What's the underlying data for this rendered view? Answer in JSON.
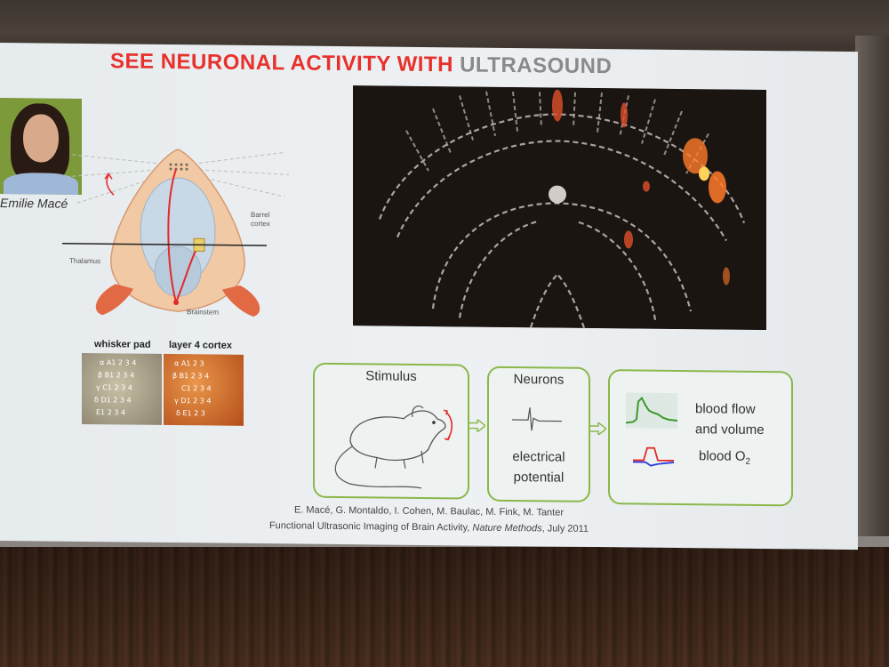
{
  "slide": {
    "title_red": "SEE NEURONAL ACTIVITY WITH",
    "title_grey": "ULTRASOUND",
    "person_name": "Emilie Macé",
    "diagram_labels": {
      "barrel": "Barrel",
      "cortex": "cortex",
      "thalamus": "Thalamus",
      "brainstem": "Brainstem"
    },
    "thumbs": {
      "whisker_label": "whisker pad",
      "cortex_label": "layer 4 cortex",
      "whisker_rows": [
        "α A1 2 3 4",
        "β B1 2 3 4",
        "γ C1 2 3 4",
        "δ D1 2 3 4",
        "E1 2 3 4"
      ],
      "cortex_rows": [
        "α A1 2 3",
        "β B1 2 3 4",
        "C1 2 3 4",
        "γ D1 2 3 4",
        "δ E1 2 3"
      ]
    },
    "flow": {
      "stimulus_title": "Stimulus",
      "neurons_title": "Neurons",
      "neurons_line1": "electrical",
      "neurons_line2": "potential",
      "result_line1": "blood flow",
      "result_line2": "and volume",
      "result_line3": "blood O",
      "result_sub": "2"
    },
    "citation_authors": "E. Macé, G. Montaldo, I. Cohen, M. Baulac, M. Fink, M. Tanter",
    "citation_title_pre": "Functional Ultrasonic Imaging of Brain Activity, ",
    "citation_journal": "Nature Methods",
    "citation_date": ", July 2011"
  },
  "colors": {
    "title_red": "#e8312c",
    "title_grey": "#8a8a8a",
    "box_border": "#8ab84a",
    "activation": "#e0502a"
  }
}
